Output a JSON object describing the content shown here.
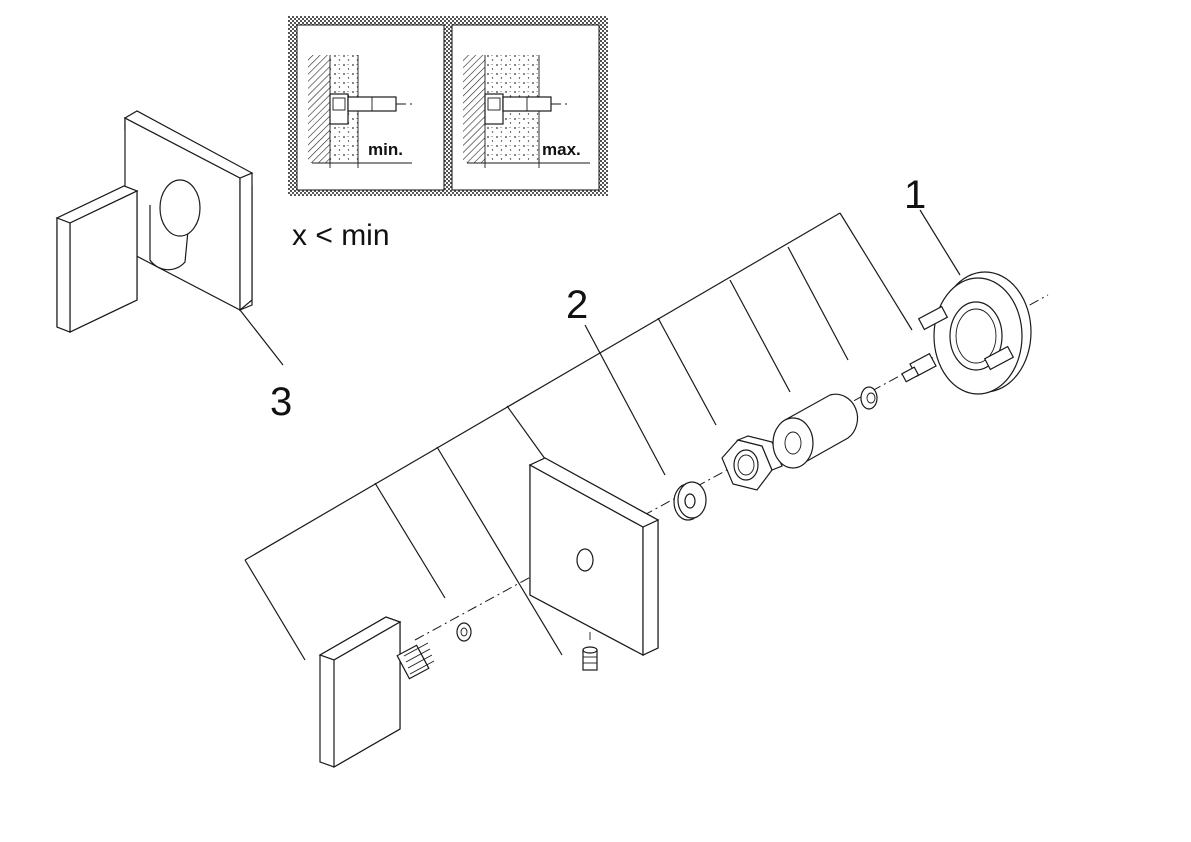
{
  "install_insets": {
    "min_label": "min.",
    "max_label": "max.",
    "condition": "x < min"
  },
  "callouts": {
    "part_1": "1",
    "part_2": "2",
    "part_3": "3"
  }
}
